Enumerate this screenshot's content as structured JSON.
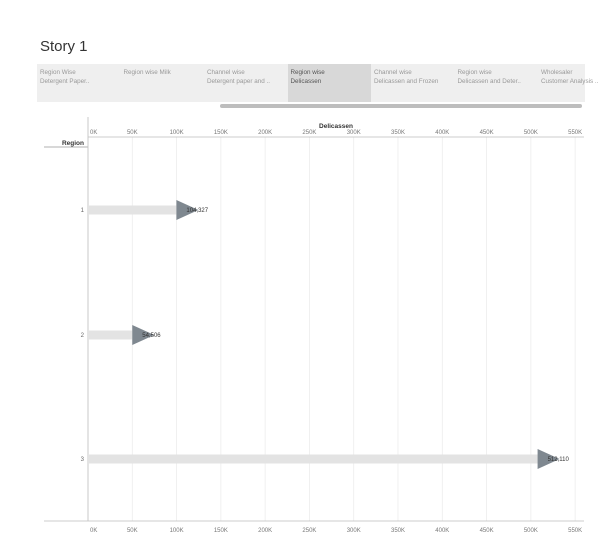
{
  "story": {
    "title": "Story 1"
  },
  "tabs": [
    {
      "line1": "Region Wise",
      "line2": "Detergent Paper..",
      "active": false
    },
    {
      "line1": "Region wise Milk",
      "line2": "",
      "active": false
    },
    {
      "line1": "Channel wise",
      "line2": "Detergent paper and ..",
      "active": false
    },
    {
      "line1": "Region wise",
      "line2": "Delicassen",
      "active": true
    },
    {
      "line1": "Channel wise",
      "line2": "Delicassen and Frozen",
      "active": false
    },
    {
      "line1": "Region wise",
      "line2": "Delicassen and Deter..",
      "active": false
    },
    {
      "line1": "Wholesaler",
      "line2": "Customer Analysis ..",
      "active": false
    }
  ],
  "colors": {
    "bar": "#e3e3e3",
    "marker": "#7f8890",
    "grid": "#ececec",
    "axis": "#bdbdbd"
  },
  "chart_data": {
    "type": "bar",
    "orientation": "horizontal",
    "title": "",
    "xlabel": "Delicassen",
    "ylabel": "Region",
    "categories": [
      "1",
      "2",
      "3"
    ],
    "values": [
      104327,
      54506,
      512110
    ],
    "value_labels": [
      "104,327",
      "54,506",
      "512,110"
    ],
    "xlim": [
      0,
      560000
    ],
    "xticks": [
      0,
      50000,
      100000,
      150000,
      200000,
      250000,
      300000,
      350000,
      400000,
      450000,
      500000,
      550000
    ],
    "xtick_labels": [
      "0K",
      "50K",
      "100K",
      "150K",
      "200K",
      "250K",
      "300K",
      "350K",
      "400K",
      "450K",
      "500K",
      "550K"
    ],
    "marker": "triangle-right",
    "grid": true
  }
}
